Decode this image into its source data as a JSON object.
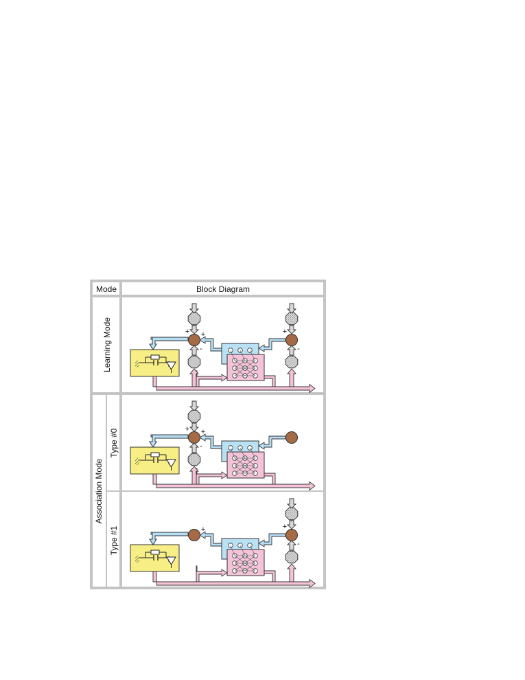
{
  "table": {
    "header_mode": "Mode",
    "header_block_diagram": "Block Diagram",
    "learning_mode": "Learning Mode",
    "association_mode": "Association Mode",
    "type0": "Type #0",
    "type1": "Type #1"
  },
  "signs": {
    "plus": "+",
    "minus": "-"
  },
  "colors": {
    "frame": "#c4c4c4",
    "yellow_block": "#f7ef86",
    "blue_block": "#b8e1f3",
    "pink_block": "#f5c3d8",
    "blue_arrow": "#b6def4",
    "pink_arrow": "#f4c2d7",
    "gray_arrow": "#d8d8d8",
    "summing_node": "#a66a45",
    "octagon": "#d0d0d0"
  }
}
